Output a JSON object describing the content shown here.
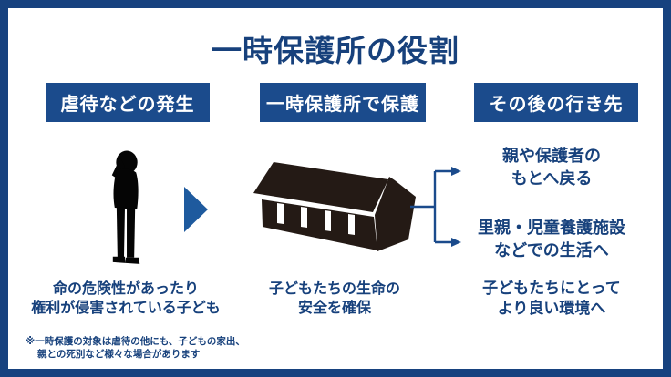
{
  "title": "一時保護所の役割",
  "headers": [
    "虐待などの発生",
    "一時保護所で保護",
    "その後の行き先"
  ],
  "captions": {
    "origin": [
      "命の危険性があったり",
      "権利が侵害されている子ども"
    ],
    "shelter": [
      "子どもたちの生命の",
      "安全を確保"
    ],
    "destination": [
      "子どもたちにとって",
      "より良い環境へ"
    ]
  },
  "outcomes": {
    "first": [
      "親や保護者の",
      "もとへ戻る"
    ],
    "second": [
      "里親・児童養護施設",
      "などでの生活へ"
    ]
  },
  "footnote": [
    "※一時保護の対象は虐待の他にも、子どもの家出、",
    "親との死別など様々な場合があります"
  ],
  "icons": {
    "child": "child-silhouette-icon",
    "arrow": "arrow-right-icon",
    "building": "shelter-building-icon",
    "branch": "branch-arrows-icon"
  },
  "colors": {
    "frame_border": "#17427f",
    "header_box": "#1b4b8c",
    "text_navy": "#17417c",
    "arrow_blue": "#1e5a9e",
    "building_dark": "#241a15",
    "silhouette_black": "#050505",
    "background": "#ffffff"
  }
}
